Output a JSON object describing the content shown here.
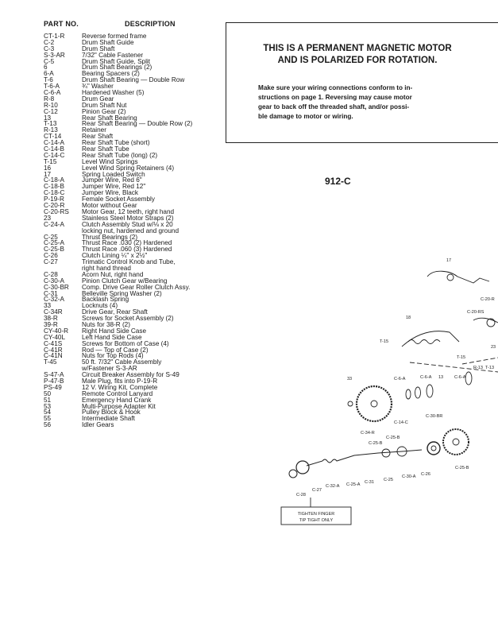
{
  "header": {
    "part_no": "PART NO.",
    "description": "DESCRIPTION"
  },
  "parts": [
    {
      "pn": "CT-1-R",
      "desc": "Reverse formed frame"
    },
    {
      "pn": "C-2",
      "desc": "Drum Shaft Guide"
    },
    {
      "pn": "C-3",
      "desc": "Drum Shaft"
    },
    {
      "pn": "S-3-AR",
      "desc": "7/32\" Cable Fastener"
    },
    {
      "pn": "C-5",
      "desc": "Drum Shaft Guide, Split"
    },
    {
      "pn": "6",
      "desc": "Drum Shaft Bearings (2)"
    },
    {
      "pn": "6-A",
      "desc": "Bearing Spacers (2)"
    },
    {
      "pn": "T-6",
      "desc": "Drum Shaft Bearing — Double Row"
    },
    {
      "pn": "T-6-A",
      "desc": "¾\" Washer"
    },
    {
      "pn": "C-6-A",
      "desc": "Hardened Washer (5)"
    },
    {
      "pn": "R-8",
      "desc": "Drum Gear"
    },
    {
      "pn": "R-10",
      "desc": "Drum Shaft Nut"
    },
    {
      "pn": "C-12",
      "desc": "Pinion Gear (2)"
    },
    {
      "pn": "13",
      "desc": "Rear Shaft Bearing"
    },
    {
      "pn": "T-13",
      "desc": "Rear Shaft Bearing — Double Row (2)"
    },
    {
      "pn": "R-13",
      "desc": "Retainer"
    },
    {
      "pn": "CT-14",
      "desc": "Rear Shaft"
    },
    {
      "pn": "C-14-A",
      "desc": "Rear Shaft Tube (short)"
    },
    {
      "pn": "C-14-B",
      "desc": "Rear Shaft Tube"
    },
    {
      "pn": "C-14-C",
      "desc": "Rear Shaft Tube (long) (2)"
    },
    {
      "pn": "T-15",
      "desc": "Level Wind Springs"
    },
    {
      "pn": "16",
      "desc": "Level Wind Spring Retainers (4)"
    },
    {
      "pn": "17",
      "desc": "Spring Loaded Switch"
    },
    {
      "pn": "C-18-A",
      "desc": "Jumper Wire, Red 6\""
    },
    {
      "pn": "C-18-B",
      "desc": "Jumper Wire, Red 12\""
    },
    {
      "pn": "C-18-C",
      "desc": "Jumper Wire, Black"
    },
    {
      "pn": "P-19-R",
      "desc": "Female Socket Assembly"
    },
    {
      "pn": "C-20-R",
      "desc": "Motor without Gear"
    },
    {
      "pn": "C-20-RS",
      "desc": "Motor Gear, 12 teeth, right hand"
    },
    {
      "pn": "23",
      "desc": "Stainless Steel Motor Straps (2)"
    },
    {
      "pn": "C-24-A",
      "desc": "Clutch Assembly Stud w/⅛ x 20"
    },
    {
      "pn": "",
      "desc": "locking nut, hardened and ground"
    },
    {
      "pn": "C-25",
      "desc": "Thrust Bearings (2)"
    },
    {
      "pn": "C-25-A",
      "desc": "Thrust Race .030 (2) Hardened"
    },
    {
      "pn": "C-25-B",
      "desc": "Thrust Race .060 (3) Hardened"
    },
    {
      "pn": "C-26",
      "desc": "Clutch Lining ¼\" x 2½\""
    },
    {
      "pn": "C-27",
      "desc": "Trimatic Control Knob and Tube,"
    },
    {
      "pn": "",
      "desc": "right hand thread"
    },
    {
      "pn": "C-28",
      "desc": "Acorn Nut, right hand"
    },
    {
      "pn": "C-30-A",
      "desc": "Pinion Clutch Gear w/Bearing"
    },
    {
      "pn": "C-30-BR",
      "desc": "Comp. Drive Gear Roller Clutch Assy."
    },
    {
      "pn": "C-31",
      "desc": "Belleville Spring Washer (2)"
    },
    {
      "pn": "C-32-A",
      "desc": "Backlash Spring"
    },
    {
      "pn": "33",
      "desc": "Locknuts (4)"
    },
    {
      "pn": "C-34R",
      "desc": "Drive Gear, Rear Shaft"
    },
    {
      "pn": "38-R",
      "desc": "Screws for Socket Assembly (2)"
    },
    {
      "pn": "39-R",
      "desc": "Nuts for 38-R (2)"
    },
    {
      "pn": "CY-40-R",
      "desc": "Right Hand Side Case"
    },
    {
      "pn": "CY-40L",
      "desc": "Left Hand Side Case"
    },
    {
      "pn": "C-41S",
      "desc": "Screws for Bottom of Case (4)"
    },
    {
      "pn": "C-41R",
      "desc": "Rod — Top of Case (2)"
    },
    {
      "pn": "C-41N",
      "desc": "Nuts for Top Rods (4)"
    },
    {
      "pn": "T-45",
      "desc": "50 ft. 7/32\" Cable Assembly"
    },
    {
      "pn": "",
      "desc": "w/Fastener S-3-AR"
    },
    {
      "pn": "S-47-A",
      "desc": "Circuit Breaker Assembly for S-49"
    },
    {
      "pn": "P-47-B",
      "desc": "Male Plug, fits into P-19-R"
    },
    {
      "pn": "PS-49",
      "desc": "12 V. Wiring Kit, Complete"
    },
    {
      "pn": "50",
      "desc": "Remote Control Lanyard"
    },
    {
      "pn": "51",
      "desc": "Emergency Hand Crank"
    },
    {
      "pn": "53",
      "desc": "Multi-Purpose Adapter Kit"
    },
    {
      "pn": "54",
      "desc": "Pulley Block & Hook"
    },
    {
      "pn": "55",
      "desc": "Intermediate Shaft"
    },
    {
      "pn": "56",
      "desc": "Idler Gears"
    }
  ],
  "notice": {
    "title_line1": "THIS IS A PERMANENT MAGNETIC MOTOR",
    "title_line2": "AND IS POLARIZED FOR ROTATION.",
    "body_line1": "Make sure your wiring connections conform to in-",
    "body_line2": "structions on page 1. Reversing may cause motor",
    "body_line3": "gear to back off the threaded shaft, and/or possi-",
    "body_line4": "ble damage to motor or wiring."
  },
  "model": "912-C",
  "diagram": {
    "labels": {
      "l17": "17",
      "c20r": "C-20-R",
      "c20rs": "C-20-RS",
      "l18": "18",
      "t15a": "T-15",
      "t15b": "T-15",
      "l23": "23",
      "r13": "R-13",
      "t13": "T-13",
      "l33": "33",
      "c6a1": "C-6-A",
      "c6a2": "C-6-A",
      "l13": "13",
      "c6a3": "C-6-A",
      "c14c": "C-14-C",
      "c30br": "C-30-BR",
      "c34r": "C-34-R",
      "c25b1": "C-25-B",
      "c25b2": "C-25-B",
      "c28": "C-28",
      "c27": "C-27",
      "c32a": "C-32-A",
      "c25a": "C-25-A",
      "c31": "C-31",
      "c25": "C-25",
      "c30a": "C-30-A",
      "c26": "C-26",
      "c25b3": "C-25-B"
    },
    "callout_line1": "TIGHTEN FINGER",
    "callout_line2": "TIP TIGHT ONLY"
  }
}
